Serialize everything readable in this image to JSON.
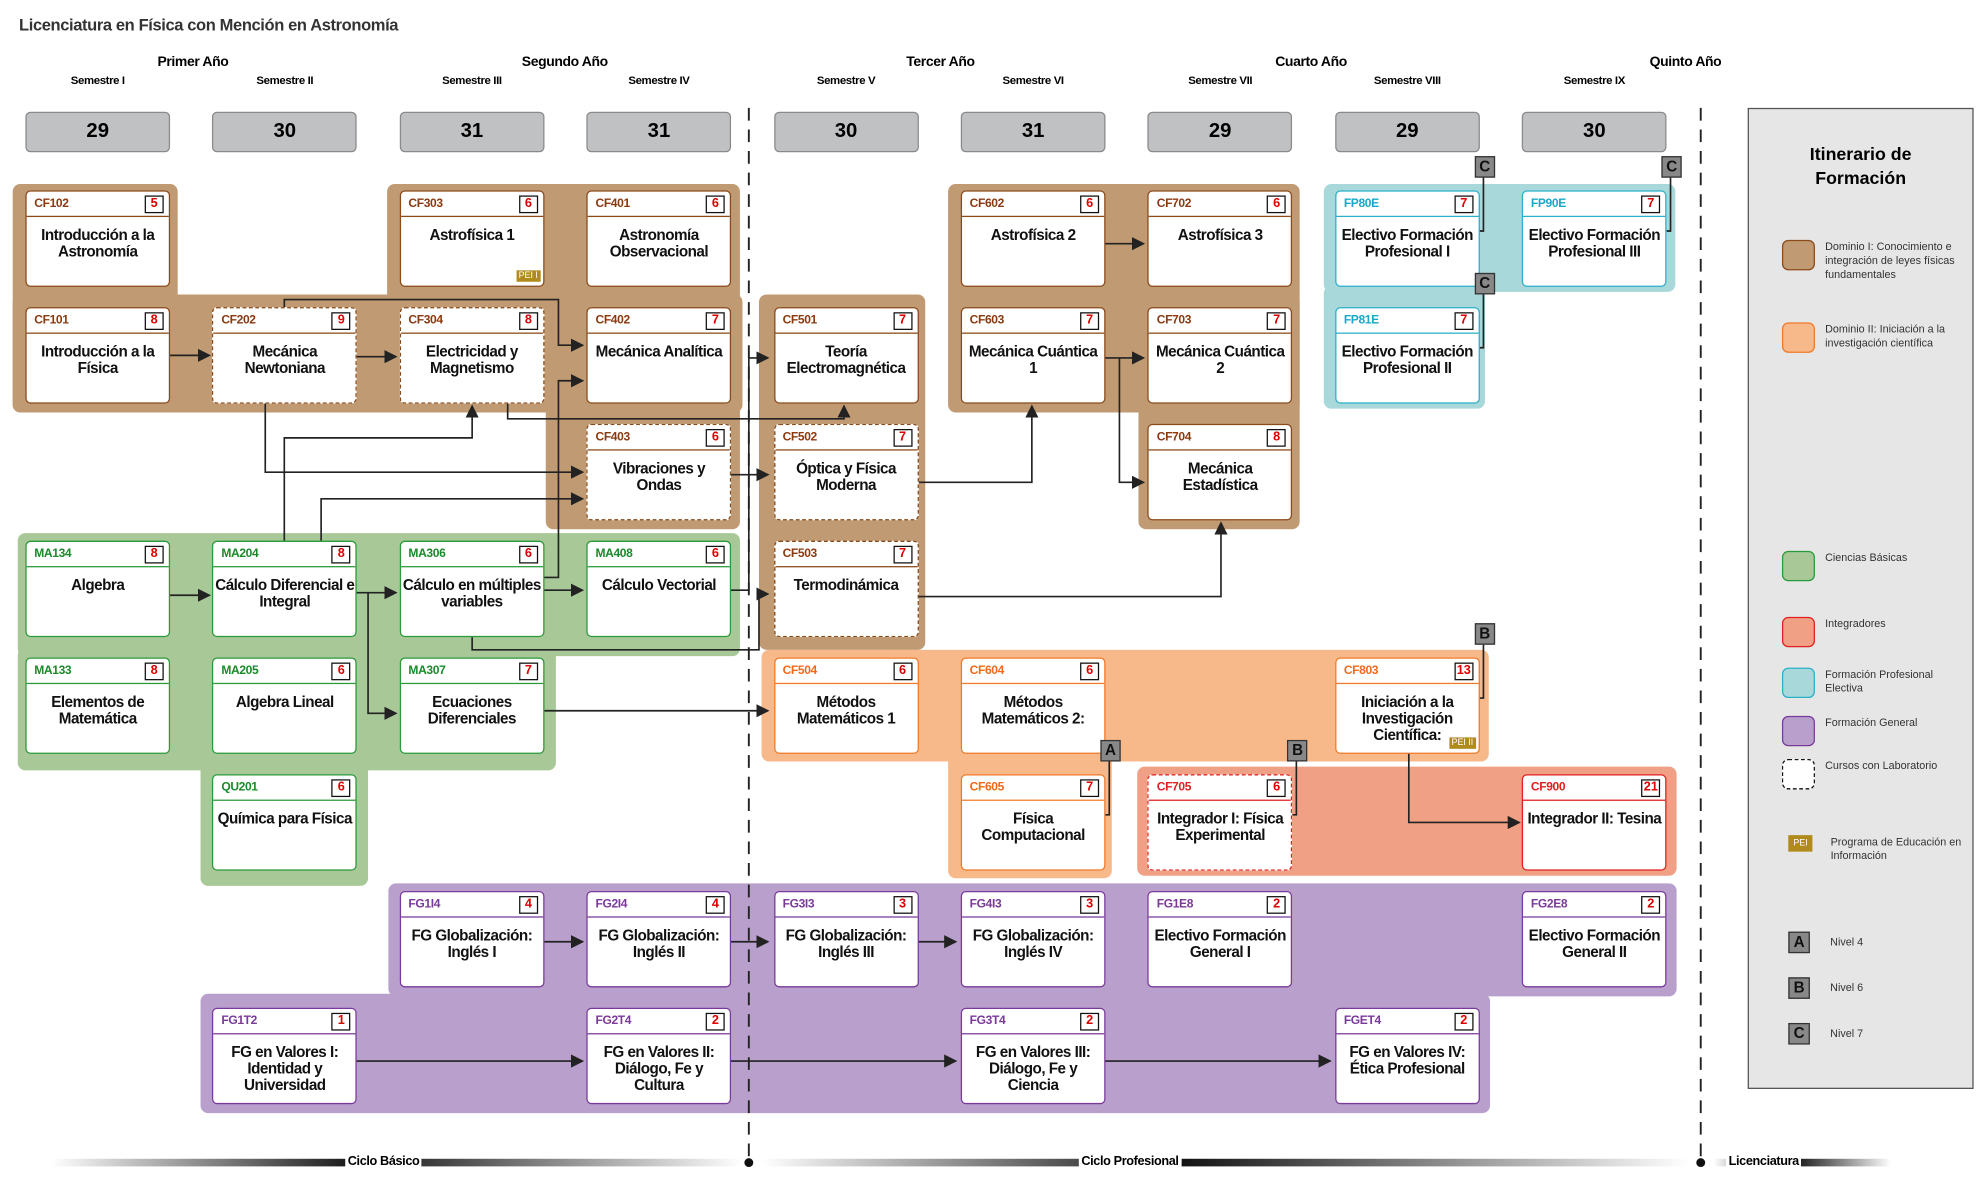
{
  "title": "Licenciatura en Física con Mención en Astronomía",
  "years": [
    "Primer Año",
    "Segundo Año",
    "Tercer Año",
    "Cuarto Año",
    "Quinto Año"
  ],
  "semesters": [
    "Semestre I",
    "Semestre II",
    "Semestre III",
    "Semestre IV",
    "Semestre V",
    "Semestre VI",
    "Semestre VII",
    "Semestre VIII",
    "Semestre IX"
  ],
  "semester_credits": [
    "29",
    "30",
    "31",
    "31",
    "30",
    "31",
    "29",
    "29",
    "30"
  ],
  "categories": {
    "dom1": {
      "bg": "#c09a73",
      "border": "#8a4a1a",
      "code": "#8a3a10"
    },
    "dom2": {
      "bg": "#f7b98a",
      "border": "#f07a2a",
      "code": "#f06a1a"
    },
    "cb": {
      "bg": "#a8c897",
      "border": "#2a9a3a",
      "code": "#1a8a2a"
    },
    "int": {
      "bg": "#f0a084",
      "border": "#e02020",
      "code": "#e02020"
    },
    "fp": {
      "bg": "#a8d8da",
      "border": "#2ab0c8",
      "code": "#1aa8c8"
    },
    "fg": {
      "bg": "#b9a0cc",
      "border": "#7a3a9a",
      "code": "#7a3a9a"
    }
  },
  "courses": [
    {
      "code": "CF102",
      "credits": "5",
      "name": "Introducción a la Astronomía",
      "col": 0,
      "row": 0,
      "cat": "dom1"
    },
    {
      "code": "CF303",
      "credits": "6",
      "name": "Astrofísica 1",
      "col": 2,
      "row": 0,
      "cat": "dom1",
      "pei": "PEI I"
    },
    {
      "code": "CF401",
      "credits": "6",
      "name": "Astronomía Observacional",
      "col": 3,
      "row": 0,
      "cat": "dom1"
    },
    {
      "code": "CF602",
      "credits": "6",
      "name": "Astrofísica 2",
      "col": 5,
      "row": 0,
      "cat": "dom1"
    },
    {
      "code": "CF702",
      "credits": "6",
      "name": "Astrofísica 3",
      "col": 6,
      "row": 0,
      "cat": "dom1"
    },
    {
      "code": "FP80E",
      "credits": "7",
      "name": "Electivo Formación Profesional I",
      "col": 7,
      "row": 0,
      "cat": "fp",
      "level": "C"
    },
    {
      "code": "FP90E",
      "credits": "7",
      "name": "Electivo Formación Profesional III",
      "col": 8,
      "row": 0,
      "cat": "fp",
      "level": "C"
    },
    {
      "code": "CF101",
      "credits": "8",
      "name": "Introducción a la Física",
      "col": 0,
      "row": 1,
      "cat": "dom1"
    },
    {
      "code": "CF202",
      "credits": "9",
      "name": "Mecánica Newtoniana",
      "col": 1,
      "row": 1,
      "cat": "dom1",
      "lab": true
    },
    {
      "code": "CF304",
      "credits": "8",
      "name": "Electricidad y Magnetismo",
      "col": 2,
      "row": 1,
      "cat": "dom1",
      "lab": true
    },
    {
      "code": "CF402",
      "credits": "7",
      "name": "Mecánica Analítica",
      "col": 3,
      "row": 1,
      "cat": "dom1"
    },
    {
      "code": "CF501",
      "credits": "7",
      "name": "Teoría Electromagnética",
      "col": 4,
      "row": 1,
      "cat": "dom1"
    },
    {
      "code": "CF603",
      "credits": "7",
      "name": "Mecánica Cuántica 1",
      "col": 5,
      "row": 1,
      "cat": "dom1"
    },
    {
      "code": "CF703",
      "credits": "7",
      "name": "Mecánica Cuántica 2",
      "col": 6,
      "row": 1,
      "cat": "dom1"
    },
    {
      "code": "FP81E",
      "credits": "7",
      "name": "Electivo Formación Profesional II",
      "col": 7,
      "row": 1,
      "cat": "fp",
      "level": "C"
    },
    {
      "code": "CF403",
      "credits": "6",
      "name": "Vibraciones y Ondas",
      "col": 3,
      "row": 2,
      "cat": "dom1",
      "lab": true
    },
    {
      "code": "CF502",
      "credits": "7",
      "name": "Óptica y Física Moderna",
      "col": 4,
      "row": 2,
      "cat": "dom1",
      "lab": true
    },
    {
      "code": "CF704",
      "credits": "8",
      "name": "Mecánica Estadística",
      "col": 6,
      "row": 2,
      "cat": "dom1"
    },
    {
      "code": "MA134",
      "credits": "8",
      "name": "Algebra",
      "col": 0,
      "row": 3,
      "cat": "cb"
    },
    {
      "code": "MA204",
      "credits": "8",
      "name": "Cálculo Diferencial e Integral",
      "col": 1,
      "row": 3,
      "cat": "cb"
    },
    {
      "code": "MA306",
      "credits": "6",
      "name": "Cálculo en múltiples variables",
      "col": 2,
      "row": 3,
      "cat": "cb"
    },
    {
      "code": "MA408",
      "credits": "6",
      "name": "Cálculo Vectorial",
      "col": 3,
      "row": 3,
      "cat": "cb"
    },
    {
      "code": "CF503",
      "credits": "7",
      "name": "Termodinámica",
      "col": 4,
      "row": 3,
      "cat": "dom1",
      "lab": true
    },
    {
      "code": "MA133",
      "credits": "8",
      "name": "Elementos de Matemática",
      "col": 0,
      "row": 4,
      "cat": "cb"
    },
    {
      "code": "MA205",
      "credits": "6",
      "name": "Algebra Lineal",
      "col": 1,
      "row": 4,
      "cat": "cb"
    },
    {
      "code": "MA307",
      "credits": "7",
      "name": "Ecuaciones Diferenciales",
      "col": 2,
      "row": 4,
      "cat": "cb"
    },
    {
      "code": "CF504",
      "credits": "6",
      "name": "Métodos Matemáticos 1",
      "col": 4,
      "row": 4,
      "cat": "dom2"
    },
    {
      "code": "CF604",
      "credits": "6",
      "name": "Métodos Matemáticos 2:",
      "col": 5,
      "row": 4,
      "cat": "dom2"
    },
    {
      "code": "CF803",
      "credits": "13",
      "name": "Iniciación a la Investigación Científica:",
      "col": 7,
      "row": 4,
      "cat": "dom2",
      "pei": "PEI II",
      "level": "B"
    },
    {
      "code": "QU201",
      "credits": "6",
      "name": "Química para Física",
      "col": 1,
      "row": 5,
      "cat": "cb"
    },
    {
      "code": "CF605",
      "credits": "7",
      "name": "Física Computacional",
      "col": 5,
      "row": 5,
      "cat": "dom2",
      "level": "A"
    },
    {
      "code": "CF705",
      "credits": "6",
      "name": "Integrador I: Física Experimental",
      "col": 6,
      "row": 5,
      "cat": "int",
      "lab": true,
      "level": "B"
    },
    {
      "code": "CF900",
      "credits": "21",
      "name": "Integrador II: Tesina",
      "col": 8,
      "row": 5,
      "cat": "int"
    },
    {
      "code": "FG1I4",
      "credits": "4",
      "name": "FG Globalización: Inglés I",
      "col": 2,
      "row": 6,
      "cat": "fg"
    },
    {
      "code": "FG2I4",
      "credits": "4",
      "name": "FG Globalización: Inglés II",
      "col": 3,
      "row": 6,
      "cat": "fg"
    },
    {
      "code": "FG3I3",
      "credits": "3",
      "name": "FG Globalización: Inglés III",
      "col": 4,
      "row": 6,
      "cat": "fg"
    },
    {
      "code": "FG4I3",
      "credits": "3",
      "name": "FG Globalización: Inglés IV",
      "col": 5,
      "row": 6,
      "cat": "fg"
    },
    {
      "code": "FG1E8",
      "credits": "2",
      "name": "Electivo Formación General I",
      "col": 6,
      "row": 6,
      "cat": "fg"
    },
    {
      "code": "FG2E8",
      "credits": "2",
      "name": "Electivo Formación General II",
      "col": 8,
      "row": 6,
      "cat": "fg"
    },
    {
      "code": "FG1T2",
      "credits": "1",
      "name": "FG en Valores I: Identidad y Universidad",
      "col": 1,
      "row": 7,
      "cat": "fg"
    },
    {
      "code": "FG2T4",
      "credits": "2",
      "name": "FG en Valores II: Diálogo, Fe y Cultura",
      "col": 3,
      "row": 7,
      "cat": "fg"
    },
    {
      "code": "FG3T4",
      "credits": "2",
      "name": "FG en Valores III: Diálogo, Fe y Ciencia",
      "col": 5,
      "row": 7,
      "cat": "fg"
    },
    {
      "code": "FGET4",
      "credits": "2",
      "name": "FG en Valores IV: Ética Profesional",
      "col": 7,
      "row": 7,
      "cat": "fg"
    }
  ],
  "cycles": {
    "basic": "Ciclo Básico",
    "professional": "Ciclo Profesional",
    "degree": "Licenciatura"
  },
  "legend": {
    "title": "Itinerario de Formación",
    "items": [
      {
        "label": "Dominio I: Conocimiento e integración de leyes físicas fundamentales",
        "cat": "dom1"
      },
      {
        "label": "Dominio II: Iniciación a la investigación científica",
        "cat": "dom2"
      },
      {
        "label": "Ciencias Básicas",
        "cat": "cb"
      },
      {
        "label": "Integradores",
        "cat": "int"
      },
      {
        "label": "Formación Profesional Electiva",
        "cat": "fp"
      },
      {
        "label": "Formación General",
        "cat": "fg"
      },
      {
        "label": "Cursos con Laboratorio",
        "cat": "lab"
      }
    ],
    "pei_badge": "PEI",
    "pei_label": "Programa de Educación en Información",
    "levels": [
      {
        "badge": "A",
        "label": "Nivel 4"
      },
      {
        "badge": "B",
        "label": "Nivel 6"
      },
      {
        "badge": "C",
        "label": "Nivel 7"
      }
    ]
  }
}
